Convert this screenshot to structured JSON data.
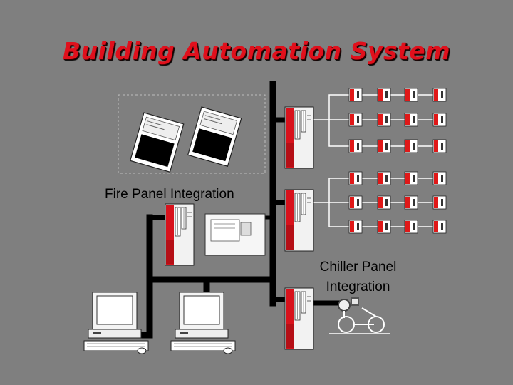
{
  "title": "Building Automation System",
  "labels": {
    "fire_panel": "Fire Panel Integration",
    "chiller_line1": "Chiller Panel",
    "chiller_line2": "Integration"
  },
  "colors": {
    "background": "#7f7f7f",
    "title": "#e0101c",
    "network": "#000000",
    "controller_red": "#d8121c",
    "device_red": "#e01818"
  },
  "icons": [
    "controller-cabinet-icon",
    "fire-panel-icon",
    "chiller-icon",
    "workstation-icon",
    "mouse-icon",
    "terminal-unit-icon"
  ]
}
